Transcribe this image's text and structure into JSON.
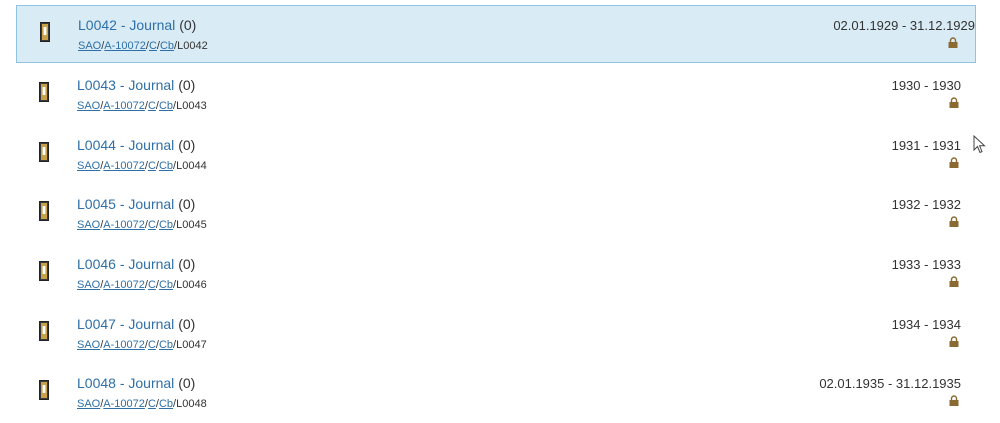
{
  "items": [
    {
      "title": "L0042 - Journal",
      "count": "(0)",
      "path": [
        "SAO",
        "A-10072",
        "C",
        "Cb",
        "L0042"
      ],
      "date": "02.01.1929 - 31.12.1929",
      "selected": true,
      "icon": "archive-box-icon",
      "lock_icon": "lock-icon"
    },
    {
      "title": "L0043 - Journal",
      "count": "(0)",
      "path": [
        "SAO",
        "A-10072",
        "C",
        "Cb",
        "L0043"
      ],
      "date": "1930 - 1930",
      "selected": false,
      "icon": "archive-box-icon",
      "lock_icon": "lock-icon"
    },
    {
      "title": "L0044 - Journal",
      "count": "(0)",
      "path": [
        "SAO",
        "A-10072",
        "C",
        "Cb",
        "L0044"
      ],
      "date": "1931 - 1931",
      "selected": false,
      "icon": "archive-box-icon",
      "lock_icon": "lock-icon"
    },
    {
      "title": "L0045 - Journal",
      "count": "(0)",
      "path": [
        "SAO",
        "A-10072",
        "C",
        "Cb",
        "L0045"
      ],
      "date": "1932 - 1932",
      "selected": false,
      "icon": "archive-box-icon",
      "lock_icon": "lock-icon"
    },
    {
      "title": "L0046 - Journal",
      "count": "(0)",
      "path": [
        "SAO",
        "A-10072",
        "C",
        "Cb",
        "L0046"
      ],
      "date": "1933 - 1933",
      "selected": false,
      "icon": "archive-box-icon",
      "lock_icon": "lock-icon"
    },
    {
      "title": "L0047 - Journal",
      "count": "(0)",
      "path": [
        "SAO",
        "A-10072",
        "C",
        "Cb",
        "L0047"
      ],
      "date": "1934 - 1934",
      "selected": false,
      "icon": "archive-box-icon",
      "lock_icon": "lock-icon"
    },
    {
      "title": "L0048 - Journal",
      "count": "(0)",
      "path": [
        "SAO",
        "A-10072",
        "C",
        "Cb",
        "L0048"
      ],
      "date": "02.01.1935 - 31.12.1935",
      "selected": false,
      "icon": "archive-box-icon",
      "lock_icon": "lock-icon"
    }
  ],
  "path_separator": "/",
  "colors": {
    "link": "#2e6fa7",
    "text": "#333333",
    "selected_bg": "#d9ecf6",
    "selected_border": "#8fc3df",
    "icon_gold": "#c9a14a",
    "lock_brown": "#8a6a32"
  },
  "cursor_icon": "mouse-pointer-icon"
}
